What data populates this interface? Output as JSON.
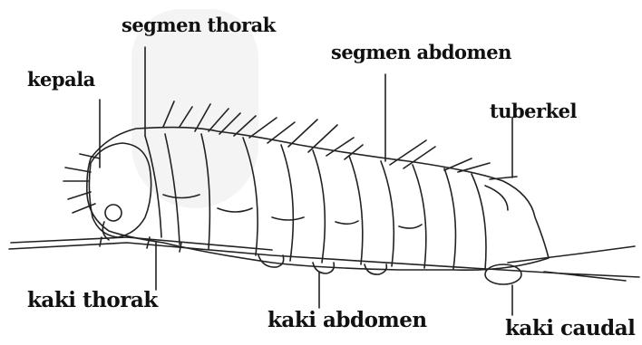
{
  "labels": {
    "kepala": "kepala",
    "segmen_thorak": "segmen thorak",
    "segmen_abdomen": "segmen abdomen",
    "tuberkel": "tuberkel",
    "kaki_thorak": "kaki thorak",
    "kaki_abdomen": "kaki abdomen",
    "kaki_caudal": "kaki caudal"
  },
  "colors": {
    "ink": "#111111",
    "background": "#ffffff"
  }
}
